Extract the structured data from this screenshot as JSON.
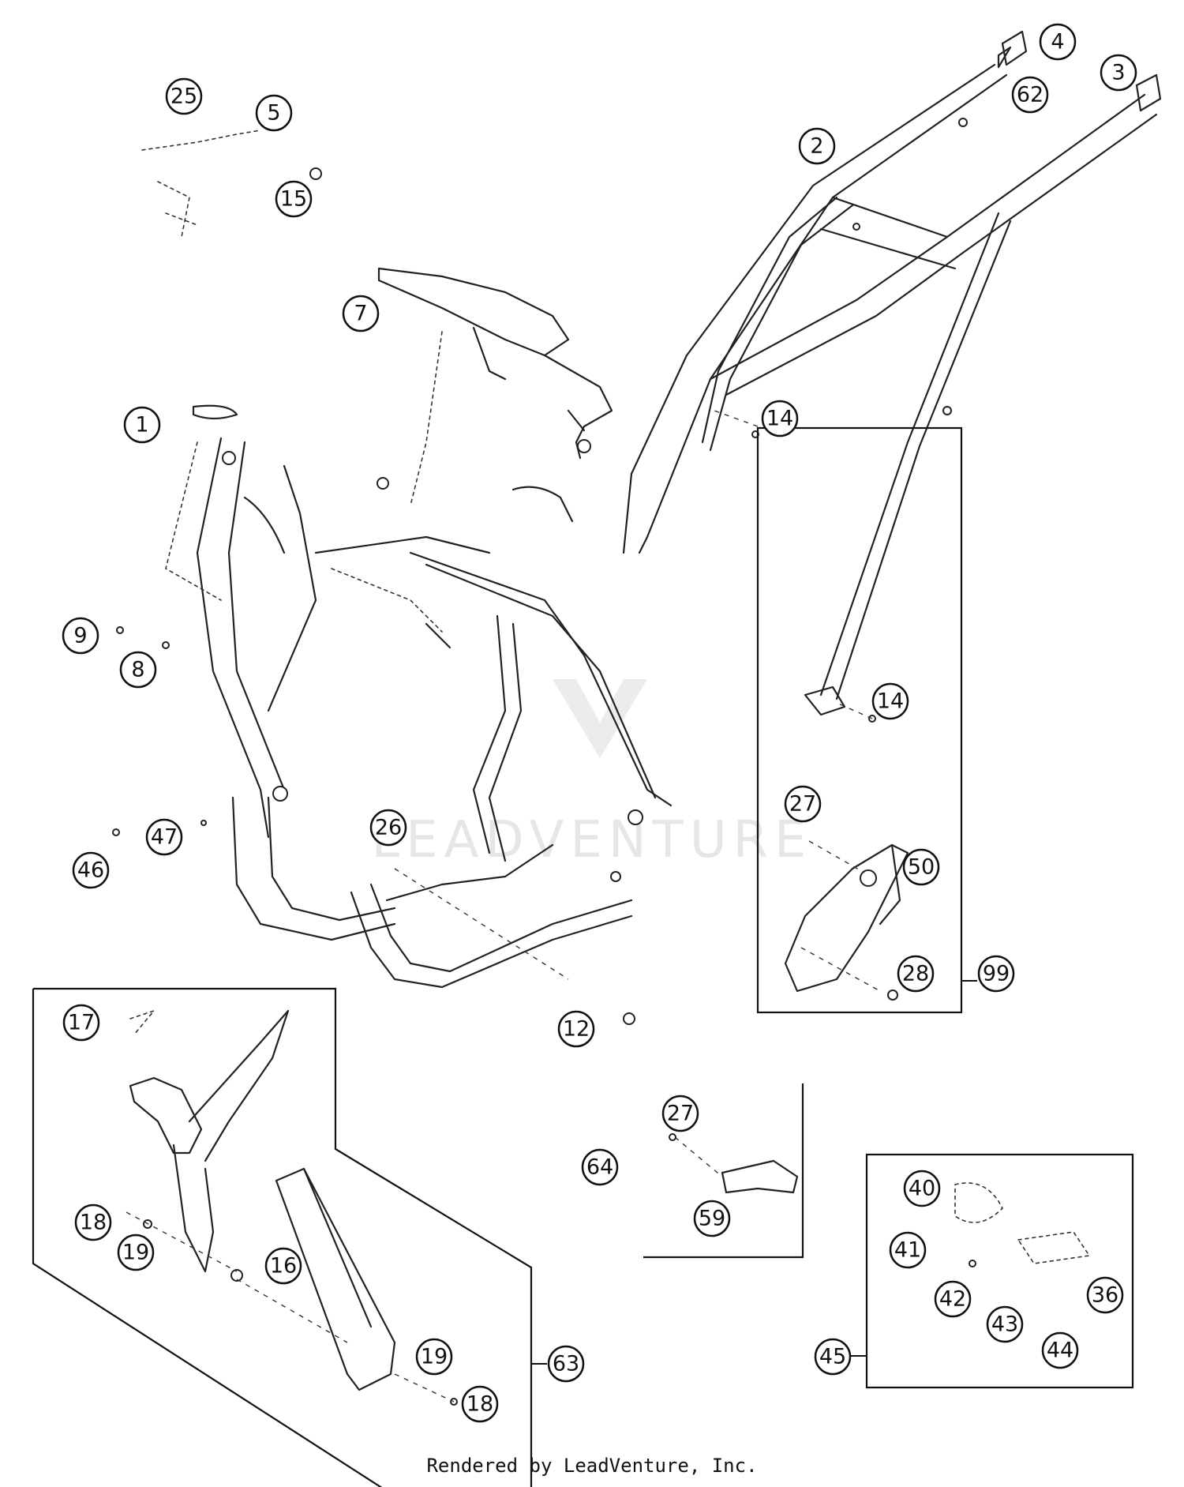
{
  "callouts": [
    "1",
    "2",
    "3",
    "4",
    "5",
    "7",
    "8",
    "9",
    "12",
    "14",
    "14",
    "15",
    "16",
    "17",
    "18",
    "18",
    "19",
    "19",
    "25",
    "26",
    "27",
    "27",
    "28",
    "36",
    "40",
    "41",
    "42",
    "43",
    "44",
    "45",
    "46",
    "47",
    "50",
    "59",
    "62",
    "63",
    "64",
    "99"
  ],
  "watermark": {
    "brand": "LEADVENTURE"
  },
  "footer": {
    "text": "Rendered by LeadVenture, Inc."
  }
}
